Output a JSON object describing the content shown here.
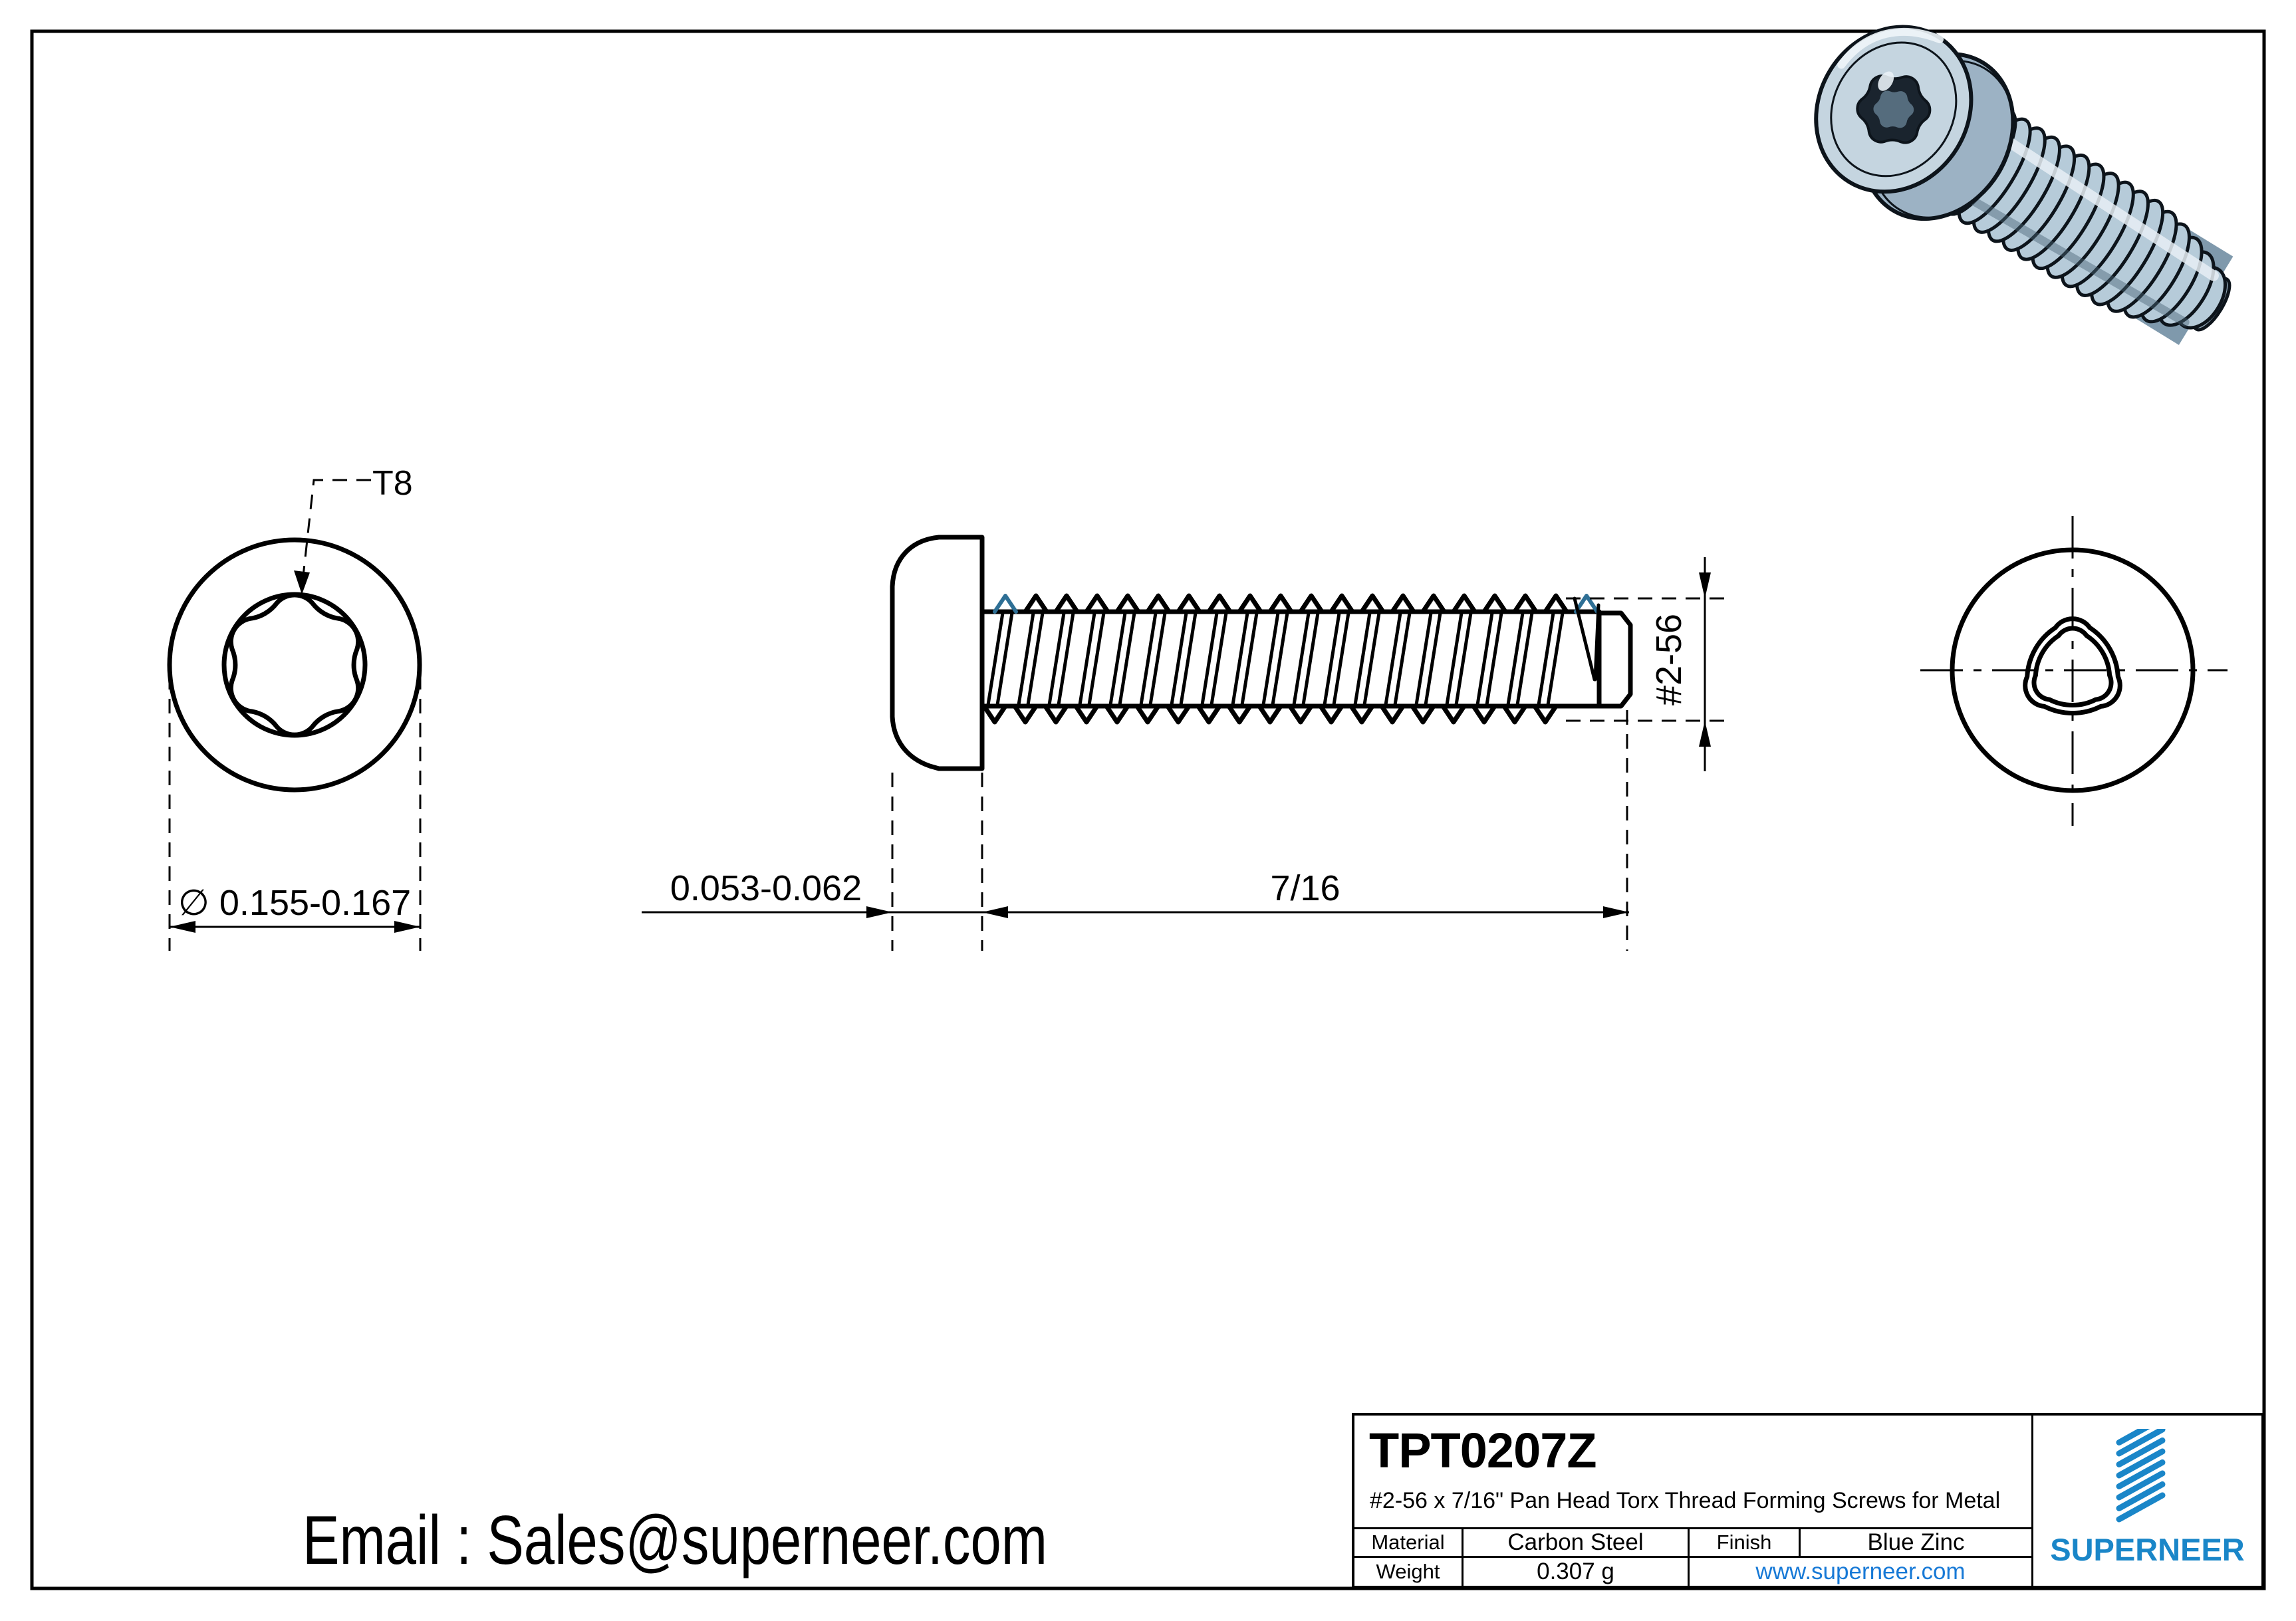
{
  "part": {
    "code": "TPT0207Z",
    "description": "#2-56 x 7/16\" Pan Head Torx Thread Forming Screws for Metal"
  },
  "title_block": {
    "material_label": "Material",
    "material_value": "Carbon Steel",
    "finish_label": "Finish",
    "finish_value": "Blue Zinc",
    "weight_label": "Weight",
    "weight_value": "0.307 g",
    "website": "www.superneer.com",
    "brand": "SUPERNEER"
  },
  "contact": {
    "email_line": "Email : Sales@superneer.com"
  },
  "dimensions": {
    "drive_size": "T8",
    "head_diameter": "∅ 0.155-0.167",
    "head_height": "0.053-0.062",
    "thread_length": "7/16",
    "thread_size": "#2-56"
  },
  "colors": {
    "brand_blue": "#1a86c8",
    "link_blue": "#1779d6",
    "thread_mark_blue": "#2e6f95",
    "line_black": "#000000"
  }
}
